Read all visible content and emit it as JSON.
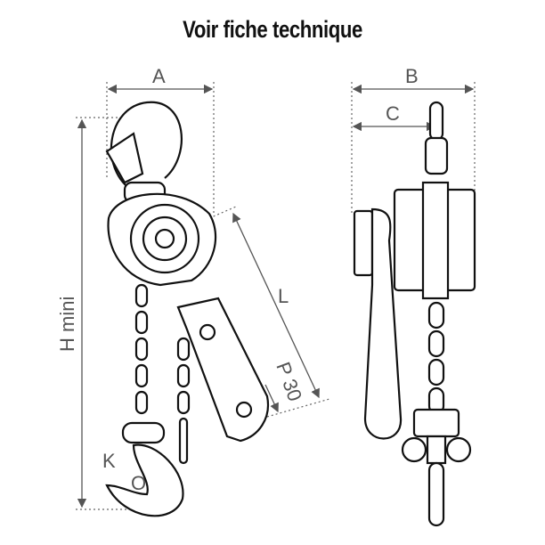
{
  "title": "Voir fiche technique",
  "dimensions": {
    "A": "A",
    "B": "B",
    "C": "C",
    "L": "L",
    "H": "H mini",
    "P": "P 30",
    "K": "K",
    "O": "O"
  }
}
